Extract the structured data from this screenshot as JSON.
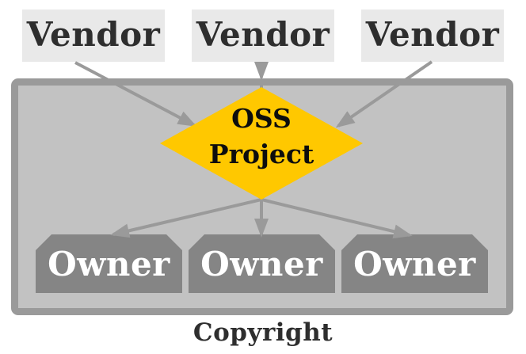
{
  "vendors": [
    {
      "label": "Vendor"
    },
    {
      "label": "Vendor"
    },
    {
      "label": "Vendor"
    }
  ],
  "project": {
    "line1": "OSS",
    "line2": "Project"
  },
  "owners": [
    {
      "label": "Owner"
    },
    {
      "label": "Owner"
    },
    {
      "label": "Owner"
    }
  ],
  "caption": {
    "label": "Copyright"
  },
  "colors": {
    "diamond_fill": "#FFC800",
    "arrow": "#9A9A9A",
    "container_fill": "#C2C2C2",
    "container_border": "#9A9A9A",
    "vendor_bg": "#E9E9E9",
    "owner_bg": "#858585",
    "dark_text": "#2E2E2E",
    "diamond_text": "#0D0D0D",
    "owner_text": "#FFFFFF"
  }
}
